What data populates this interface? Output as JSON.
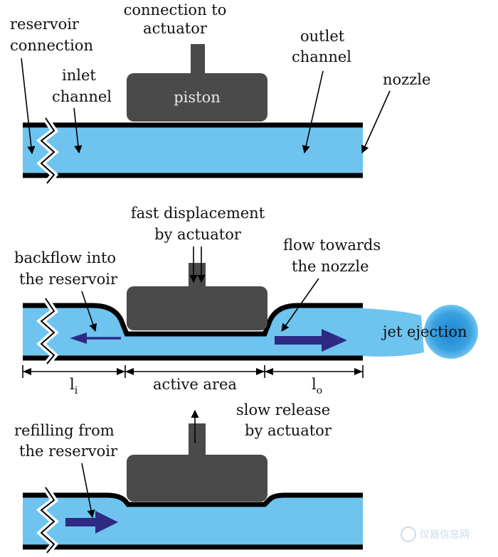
{
  "colors": {
    "fluid": "#6ec4ef",
    "wall": "#000000",
    "piston": "#4a4a4a",
    "big_arrow": "#2e2a84",
    "jet_center": "#1a86d2",
    "jet_edge": "#6ec4ef"
  },
  "panel1": {
    "label_connection_line1": "connection to",
    "label_connection_line2": "actuator",
    "label_reservoir_line1": "reservoir",
    "label_reservoir_line2": "connection",
    "label_inlet_line1": "inlet",
    "label_inlet_line2": "channel",
    "label_piston": "piston",
    "label_outlet_line1": "outlet",
    "label_outlet_line2": "channel",
    "label_nozzle": "nozzle"
  },
  "panel2": {
    "label_fast_line1": "fast displacement",
    "label_fast_line2": "by actuator",
    "label_backflow_line1": "backflow into",
    "label_backflow_line2": "the reservoir",
    "label_flow_line1": "flow towards",
    "label_flow_line2": "the nozzle",
    "label_jet": "jet ejection",
    "dim_li_base": "l",
    "dim_li_sub": "i",
    "dim_active": "active area",
    "dim_lo_base": "l",
    "dim_lo_sub": "o"
  },
  "panel3": {
    "label_slow_line1": "slow release",
    "label_slow_line2": "by actuator",
    "label_refill_line1": "refilling from",
    "label_refill_line2": "the reservoir"
  },
  "watermark": "仪器信息网"
}
